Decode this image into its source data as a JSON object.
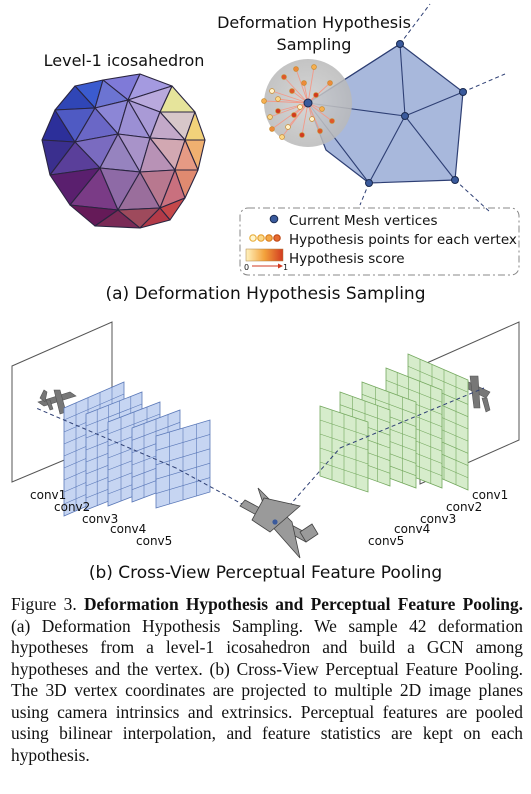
{
  "panel_a": {
    "icosahedron_label": "Level-1 icosahedron",
    "sampling_title_line1": "Deformation Hypothesis",
    "sampling_title_line2": "Sampling",
    "legend": {
      "vertices": "Current Mesh vertices",
      "hypothesis_points": "Hypothesis points for each vertex",
      "score": "Hypothesis score",
      "score_min": "0",
      "score_max": "1"
    },
    "caption": "(a) Deformation Hypothesis Sampling"
  },
  "panel_b": {
    "conv_left": [
      "conv1",
      "conv2",
      "conv3",
      "conv4",
      "conv5"
    ],
    "conv_right": [
      "conv1",
      "conv2",
      "conv3",
      "conv4",
      "conv5"
    ],
    "caption": "(b) Cross-View Perceptual Feature Pooling"
  },
  "figure_caption": {
    "label": "Figure 3.",
    "title": "Deformation Hypothesis and Perceptual Feature Pooling.",
    "body": "(a) Deformation Hypothesis Sampling. We sample 42 deformation hypotheses from a level-1 icosahedron and build a GCN among hypotheses and the vertex. (b) Cross-View Perceptual Feature Pooling. The 3D vertex coordinates are projected to multiple 2D image planes using camera intrinsics and extrinsics. Perceptual features are pooled using bilinear interpolation, and feature statistics are kept on each hypothesis."
  },
  "colors": {
    "mesh_fill": "#a8b8dc",
    "mesh_stroke": "#2e3f74",
    "vertex": "#3a5a9c",
    "left_planes": "#c6d5f2",
    "right_planes": "#d6eccb",
    "hypothesis_low": "#f5d27a",
    "hypothesis_high": "#d94a2a"
  }
}
